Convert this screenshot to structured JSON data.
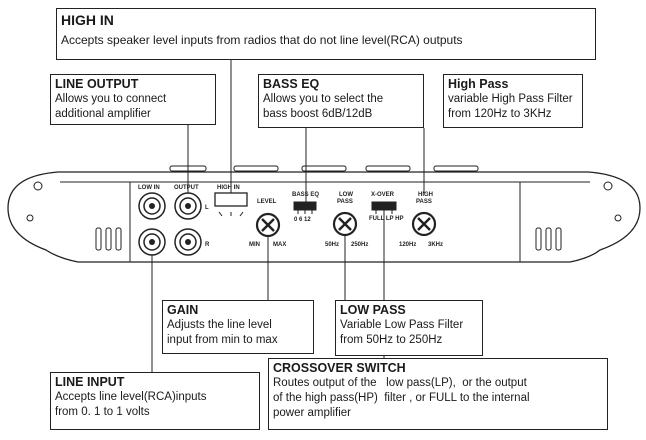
{
  "callouts": {
    "high_in": {
      "title": "HIGH IN",
      "desc": "Accepts  speaker  level  inputs  from  radios  that  do  not  line  level(RCA) outputs"
    },
    "line_output": {
      "title": "LINE OUTPUT",
      "line1": "Allows you to connect",
      "line2": "additional amplifier"
    },
    "bass_eq": {
      "title": "BASS EQ",
      "line1": "Allows you to select the",
      "line2": "bass boost 6dB/12dB"
    },
    "high_pass": {
      "title": "High Pass",
      "line1": "variable High Pass Filter",
      "line2": "from 120Hz to 3KHz"
    },
    "gain": {
      "title": "GAIN",
      "line1": "Adjusts the line level",
      "line2": "input from min to max"
    },
    "low_pass": {
      "title": "LOW PASS",
      "line1": "Variable Low Pass Filter",
      "line2": "from 50Hz to 250Hz"
    },
    "line_input": {
      "title": "LINE INPUT",
      "line1": "Accepts line level(RCA)inputs",
      "line2": "from 0. 1 to 1 volts"
    },
    "crossover": {
      "title": "CROSSOVER SWITCH",
      "line1": "Routes output of the   low pass(LP),  or the output",
      "line2": "of the high pass(HP)  filter , or FULL to the internal",
      "line3": "power amplifier"
    }
  },
  "panel": {
    "low_in": "LOW IN",
    "output": "OUTPUT",
    "high_in": "HIGH IN",
    "ch_l": "L",
    "ch_r": "R",
    "level": "LEVEL",
    "min": "MIN",
    "max": "MAX",
    "bass_eq": "BASS EQ",
    "bass_eq_values": "0  6  12",
    "low_pass_1": "LOW",
    "low_pass_2": "PASS",
    "lp_min": "50Hz",
    "lp_max": "250Hz",
    "xover": "X-OVER",
    "xover_modes": "FULL LP HP",
    "high_pass_1": "HIGH",
    "high_pass_2": "PASS",
    "hp_min": "120Hz",
    "hp_max": "3KHz"
  }
}
